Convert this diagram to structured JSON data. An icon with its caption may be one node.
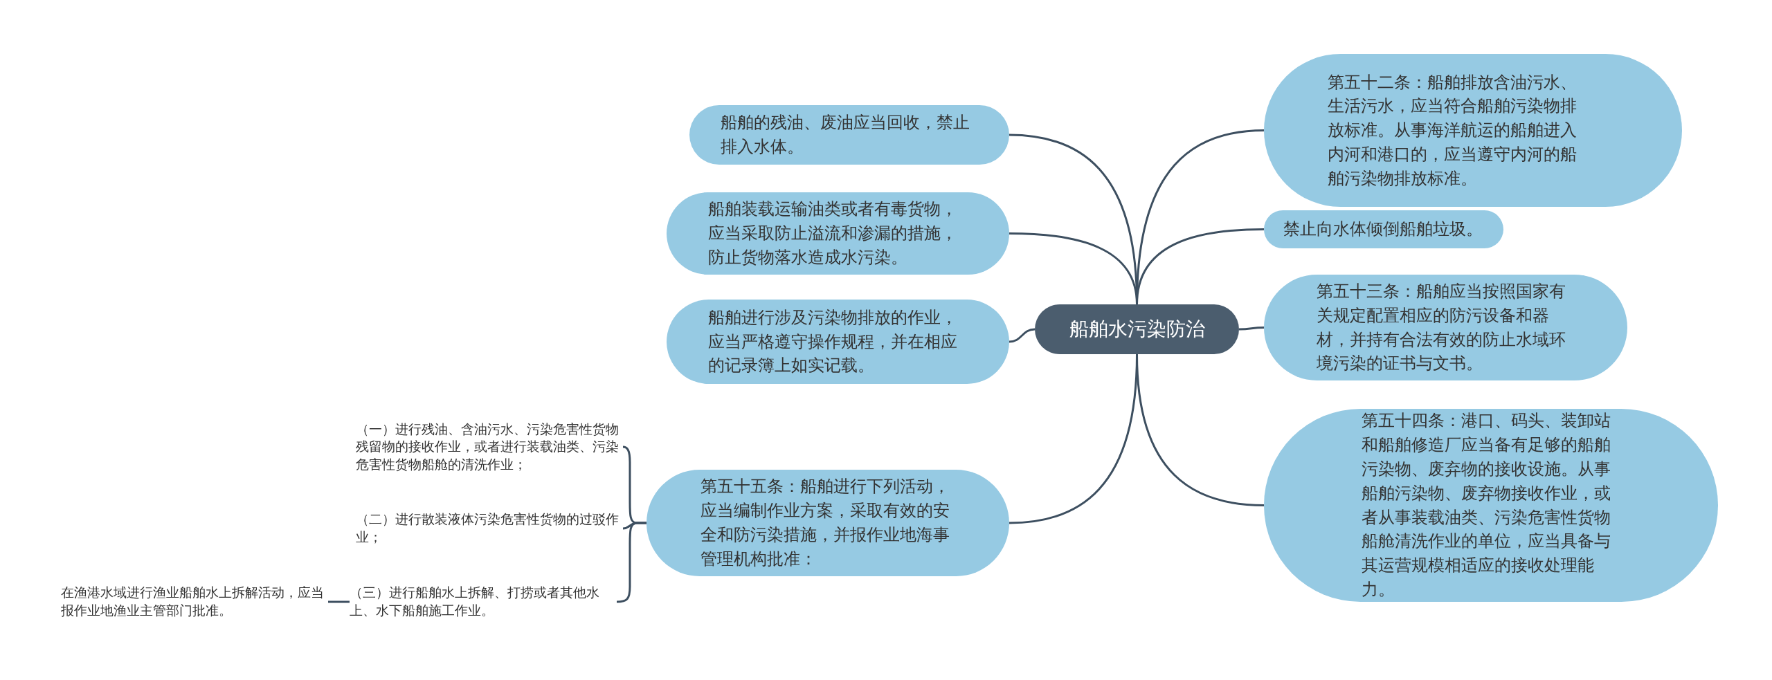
{
  "diagram": {
    "nodes": [
      {
        "text": [
          "船舶水污染防治"
        ]
      },
      {
        "text": [
          "船舶的残油、废油应当回收，禁止排入水体。"
        ]
      },
      {
        "text": [
          "船舶装载运输油类或者有毒货物，应当采取防止溢流和渗漏的措施，防止货物落水造成水污染。"
        ]
      },
      {
        "text": [
          "船舶进行涉及污染物排放的作业，应当严格遵守操作规程，并在相应的记录簿上如实记载。"
        ]
      },
      {
        "text": [
          "第五十五条：船舶进行下列活动，应当编制作业方案，采取有效的安全和防污染措施，并报作业地海事管理机构批准："
        ]
      },
      {
        "text": [
          "（一）进行残油、含油污水、污染危害性货物残留物的接收作业，或者进行装载油类、污染危害性货物船舱的清洗作业；"
        ]
      },
      {
        "text": [
          "（二）进行散装液体污染危害性货物的过驳作业；"
        ]
      },
      {
        "text": [
          "（三）进行船舶水上拆解、打捞或者其他水上、水下船舶施工作业。"
        ]
      },
      {
        "text": [
          "在渔港水域进行渔业船舶水上拆解活动，应当报作业地渔业主管部门批准。"
        ]
      },
      {
        "text": [
          "第五十二条：船舶排放含油污水、生活污水，应当符合船舶污染物排放标准。从事海洋航运的船舶进入内河和港口的，应当遵守内河的船舶污染物排放标准。"
        ]
      },
      {
        "text": [
          "禁止向水体倾倒船舶垃圾。"
        ]
      },
      {
        "text": [
          "第五十三条：船舶应当按照国家有关规定配置相应的防污设备和器材，并持有合法有效的防止水域环境污染的证书与文书。"
        ]
      },
      {
        "text": [
          "第五十四条：港口、码头、装卸站和船舶修造厂应当备有足够的船舶污染物、废弃物的接收设施。从事船舶污染物、废弃物接收作业，或者从事装载油类、污染危害性货物船舱清洗作业的单位，应当具备与其运营规模相适应的接收处理能力。"
        ]
      }
    ],
    "edges": [
      {
        "from": 0,
        "to": 1,
        "arrow": "none"
      },
      {
        "from": 0,
        "to": 2,
        "arrow": "none"
      },
      {
        "from": 0,
        "to": 3,
        "arrow": "none"
      },
      {
        "from": 0,
        "to": 4,
        "arrow": "none"
      },
      {
        "from": 4,
        "to": 5,
        "arrow": "none"
      },
      {
        "from": 4,
        "to": 6,
        "arrow": "none"
      },
      {
        "from": 4,
        "to": 7,
        "arrow": "none"
      },
      {
        "from": 7,
        "to": 8,
        "arrow": "none"
      },
      {
        "from": 0,
        "to": 9,
        "arrow": "none"
      },
      {
        "from": 0,
        "to": 10,
        "arrow": "none"
      },
      {
        "from": 0,
        "to": 11,
        "arrow": "none"
      },
      {
        "from": 0,
        "to": 12,
        "arrow": "none"
      }
    ]
  }
}
